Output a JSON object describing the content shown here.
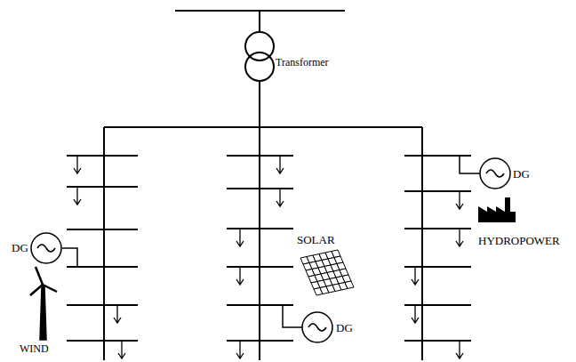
{
  "diagram": {
    "labels": [
      "Transformer",
      "DG",
      "SOLAR",
      "HYDROPOWER",
      "DG",
      "DG",
      "WIND"
    ]
  }
}
